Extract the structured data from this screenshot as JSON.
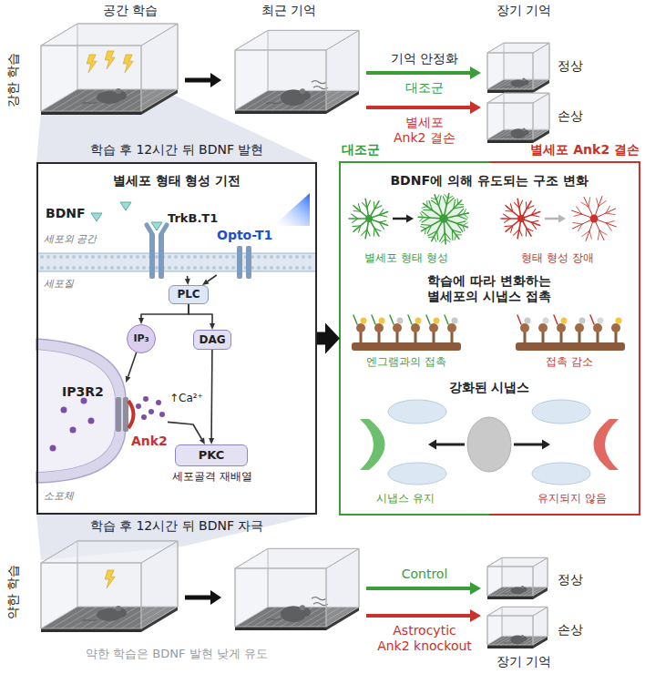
{
  "diagram": {
    "nodes": [
      {
        "text": [
          "학습 후 12시간 뒤 BDNF 발현",
          "별세포 형태 형성 기전"
        ]
      },
      {
        "text": [
          "TrkB.T1"
        ],
        "in": 0
      },
      {
        "text": [
          "Opto-T1"
        ],
        "in": 0
      },
      {
        "text": [
          "PLC"
        ],
        "in": 0
      },
      {
        "text": [
          "IP₃"
        ],
        "in": 0
      },
      {
        "text": [
          "DAG"
        ],
        "in": 0
      },
      {
        "text": [
          "IP3R2",
          "Ank2"
        ],
        "in": 0
      },
      {
        "text": [
          "PKC",
          "세포골격 재배열"
        ],
        "in": 0
      },
      {
        "text": [
          "대조군",
          "별세포 Ank2 결손"
        ]
      }
    ],
    "edges": [
      {
        "from": 1,
        "to": 3,
        "arrow": "to"
      },
      {
        "from": 2,
        "to": 3,
        "arrow": "to"
      },
      {
        "from": 3,
        "to": 4,
        "arrow": "to"
      },
      {
        "from": 3,
        "to": 5,
        "arrow": "to"
      },
      {
        "from": 4,
        "to": 6,
        "arrow": "to"
      },
      {
        "from": 6,
        "to": 7,
        "arrow": "to"
      },
      {
        "from": 5,
        "to": 7,
        "arrow": "to"
      },
      {
        "from": 0,
        "to": 8,
        "arrow": "to"
      }
    ],
    "labels": [
      "공간 학습",
      "최근 기억",
      "장기 기억",
      "강한 학습",
      "기억 안정화",
      "대조군",
      "별세포 Ank2 결손",
      "정상",
      "손상",
      "BDNF",
      "세포외 공간",
      "세포질",
      "↑Ca²⁺",
      "소포체",
      "BDNF에 의해 유도되는 구조 변화",
      "별세포 형태 형성",
      "형태 형성 장애",
      "학습에 따라 변화하는 별세포의 시냅스 접촉",
      "엔그램과의 접촉",
      "접촉 감소",
      "강화된 시냅스",
      "시냅스 유지",
      "유지되지 않음",
      "학습 후 12시간 뒤 BDNF 자극",
      "약한 학습",
      "Control",
      "Astrocytic Ank2 knockout",
      "정상",
      "손상",
      "장기 기억",
      "약한 학습은 BDNF 발현 낮게 유도"
    ]
  }
}
